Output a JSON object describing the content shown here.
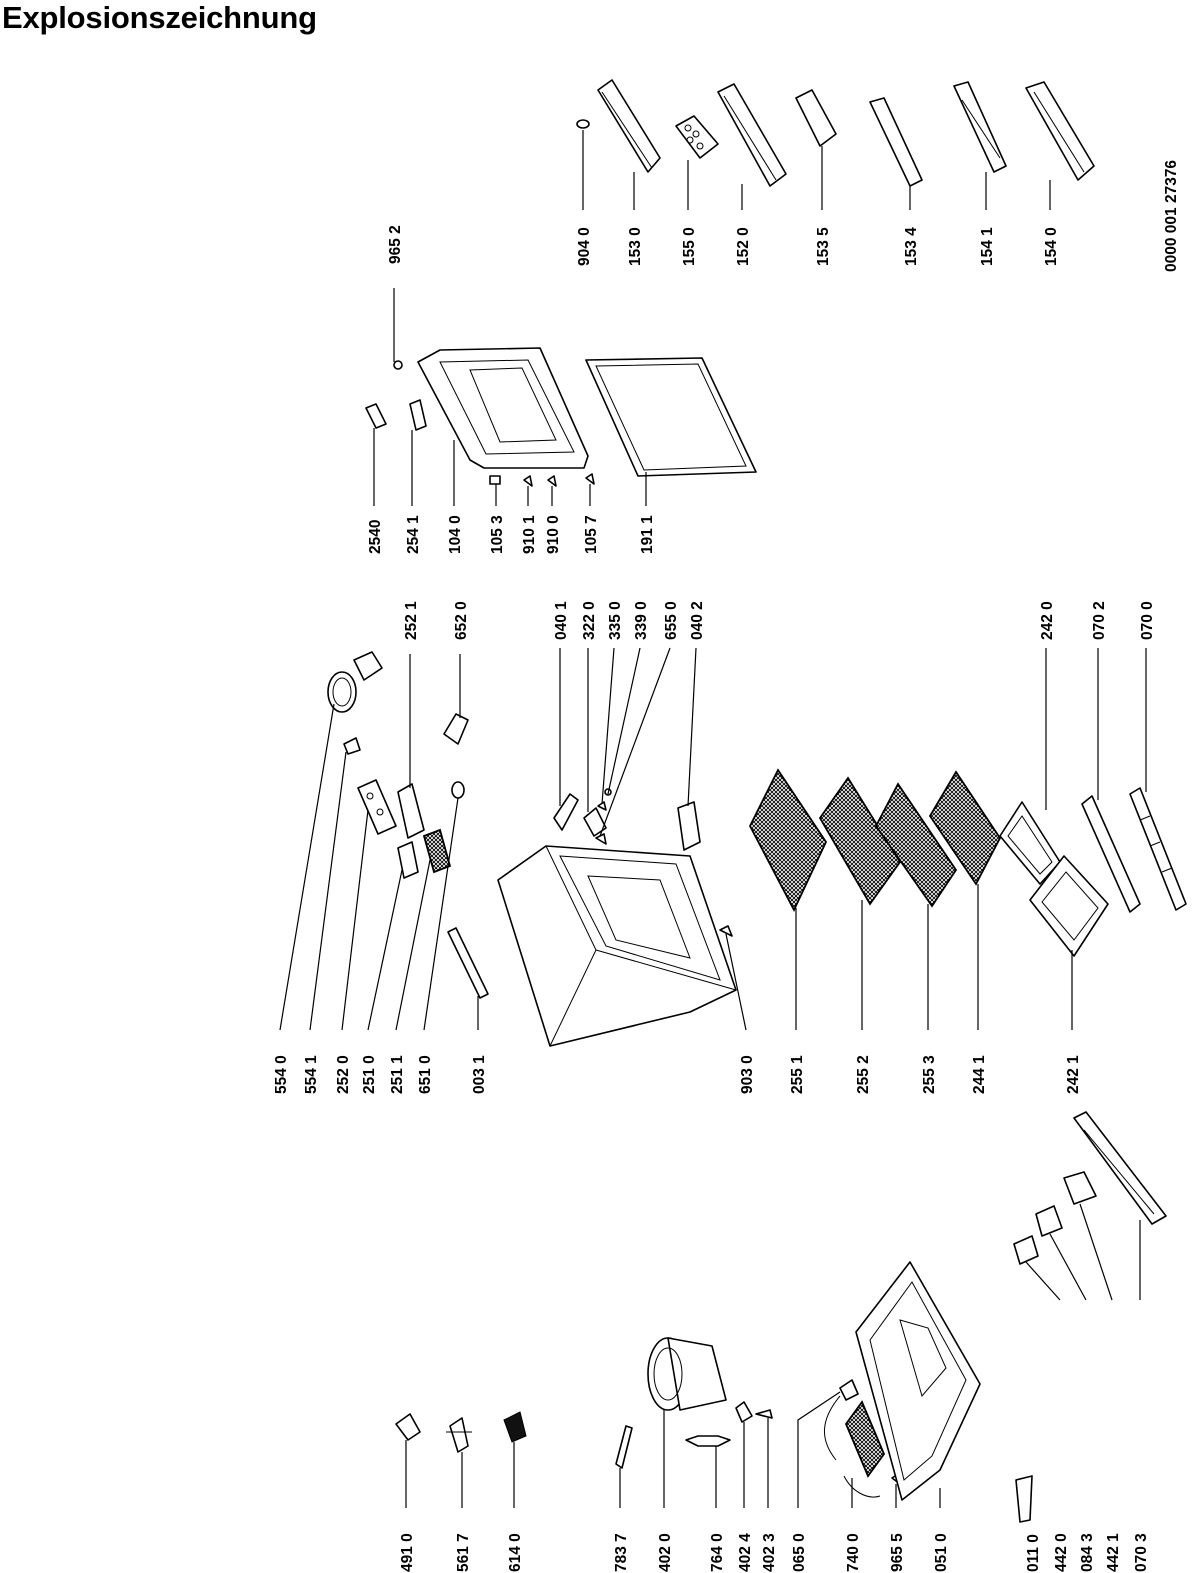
{
  "title": "Explosionszeichnung",
  "document_number": "0000 001 27376",
  "parts": {
    "904_0": "904 0",
    "153_0": "153 0",
    "155_0": "155 0",
    "152_0": "152 0",
    "153_5": "153 5",
    "153_4": "153 4",
    "154_1": "154 1",
    "154_0": "154 0",
    "965_2": "965 2",
    "2540": "2540",
    "254_1": "254 1",
    "104_0": "104 0",
    "105_3": "105 3",
    "910_1": "910 1",
    "910_0": "910 0",
    "105_7": "105 7",
    "191_1": "191 1",
    "252_1": "252 1",
    "652_0": "652 0",
    "040_1": "040 1",
    "322_0": "322 0",
    "335_0": "335 0",
    "339_0": "339 0",
    "655_0": "655 0",
    "040_2": "040 2",
    "242_0": "242 0",
    "070_2": "070 2",
    "070_0": "070 0",
    "554_0": "554 0",
    "554_1": "554 1",
    "252_0": "252 0",
    "251_0": "251 0",
    "251_1": "251 1",
    "651_0": "651 0",
    "003_1": "003 1",
    "903_0": "903 0",
    "255_1": "255 1",
    "255_2": "255 2",
    "255_3": "255 3",
    "244_1": "244 1",
    "242_1": "242 1",
    "491_0": "491 0",
    "561_7": "561 7",
    "614_0": "614 0",
    "783_7": "783 7",
    "402_0": "402 0",
    "764_0": "764 0",
    "402_4": "402 4",
    "402_3": "402 3",
    "065_0": "065 0",
    "740_0": "740 0",
    "965_5": "965 5",
    "051_0": "051 0",
    "011_0": "011 0",
    "442_0": "442 0",
    "084_3": "084 3",
    "442_1": "442 1",
    "070_3": "070 3"
  }
}
